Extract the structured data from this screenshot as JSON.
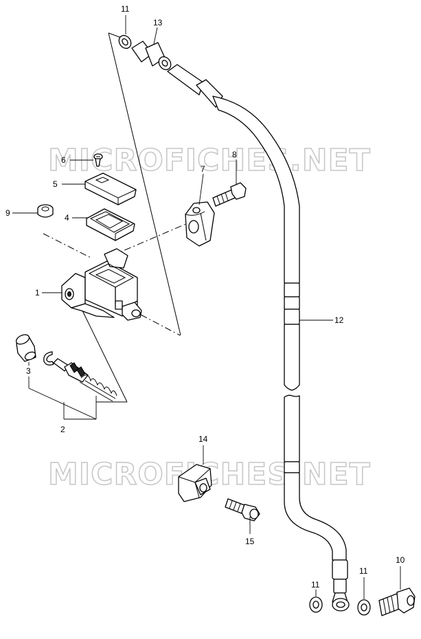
{
  "watermark": "MICROFICHES.NET",
  "callouts": {
    "c1": "1",
    "c2": "2",
    "c3": "3",
    "c4": "4",
    "c5": "5",
    "c6": "6",
    "c7": "7",
    "c8": "8",
    "c9": "9",
    "c10": "10",
    "c11a": "11",
    "c11b": "11",
    "c11c": "11",
    "c12": "12",
    "c13": "13",
    "c14": "14",
    "c15": "15"
  }
}
